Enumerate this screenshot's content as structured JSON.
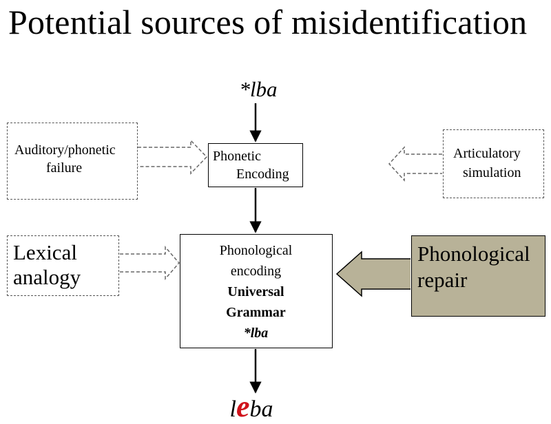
{
  "title": "Potential sources of misidentification",
  "input_form": "*lba",
  "phonetic_box": {
    "line1": "Phonetic",
    "line2": "Encoding"
  },
  "auditory_box": {
    "line1": "Auditory/phonetic",
    "line2": "failure"
  },
  "articulatory_box": {
    "line1": "Articulatory",
    "line2": "simulation"
  },
  "lexical_box": {
    "line1": "Lexical",
    "line2": "analogy"
  },
  "phonological_box": {
    "line1": "Phonological",
    "line2": "encoding",
    "line3": "Universal",
    "line4": "Grammar",
    "line5": "*lba"
  },
  "repair_box": {
    "line1": "Phonological",
    "line2": "repair"
  },
  "output_form": {
    "pre": "l",
    "vowel": "e",
    "post": "ba"
  },
  "colors": {
    "repair_fill": "#b8b298",
    "epenthetic_vowel": "#d0121b"
  }
}
